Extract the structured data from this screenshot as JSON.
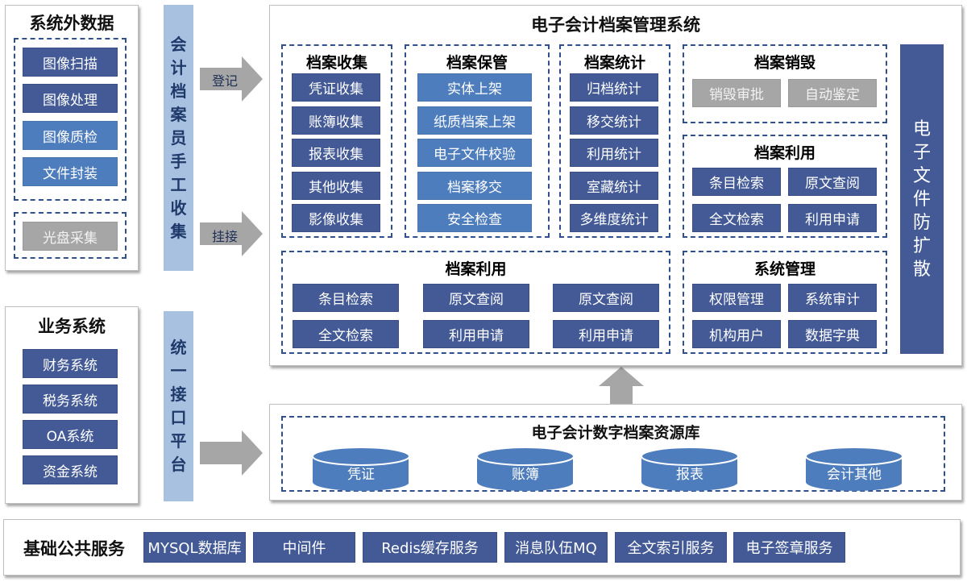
{
  "external_data": {
    "title": "系统外数据",
    "items": [
      "图像扫描",
      "图像处理",
      "图像质检",
      "文件封装"
    ],
    "optical": "光盘采集"
  },
  "business": {
    "title": "业务系统",
    "items": [
      "财务系统",
      "税务系统",
      "OA系统",
      "资金系统"
    ]
  },
  "manual_bar": {
    "chars": [
      "会",
      "计",
      "档",
      "案",
      "员",
      "手",
      "工",
      "收",
      "集"
    ]
  },
  "interface_bar": {
    "chars": [
      "统",
      "一",
      "接",
      "口",
      "平",
      "台"
    ]
  },
  "arrows": {
    "register": "登记",
    "attach": "挂接"
  },
  "main_system": {
    "title": "电子会计档案管理系统",
    "collect": {
      "title": "档案收集",
      "items": [
        "凭证收集",
        "账簿收集",
        "报表收集",
        "其他收集",
        "影像收集"
      ]
    },
    "custody": {
      "title": "档案保管",
      "items": [
        "实体上架",
        "纸质档案上架",
        "电子文件校验",
        "档案移交",
        "安全检查"
      ]
    },
    "stats": {
      "title": "档案统计",
      "items": [
        "归档统计",
        "移交统计",
        "利用统计",
        "室藏统计",
        "多维度统计"
      ]
    },
    "destroy": {
      "title": "档案销毁",
      "items": [
        "销毁审批",
        "自动鉴定"
      ]
    },
    "use_right": {
      "title": "档案利用",
      "items": [
        "条目检索",
        "原文查阅",
        "全文检索",
        "利用申请"
      ]
    },
    "use_bottom": {
      "title": "档案利用",
      "items": [
        "条目检索",
        "原文查阅",
        "原文查阅",
        "全文检索",
        "利用申请",
        "利用申请"
      ]
    },
    "sysmgmt": {
      "title": "系统管理",
      "items": [
        "权限管理",
        "系统审计",
        "机构用户",
        "数据字典"
      ]
    },
    "anti_spread": {
      "chars": [
        "电",
        "子",
        "文",
        "件",
        "防",
        "扩",
        "散"
      ]
    }
  },
  "repository": {
    "title": "电子会计数字档案资源库",
    "items": [
      "凭证",
      "账簿",
      "报表",
      "会计其他"
    ]
  },
  "infrastructure": {
    "title": "基础公共服务",
    "items": [
      "MYSQL数据库",
      "中间件",
      "Redis缓存服务",
      "消息队伍MQ",
      "全文索引服务",
      "电子签章服务"
    ]
  },
  "colors": {
    "dark_blue": "#435a96",
    "mid_blue": "#4e7dbd",
    "light_blue": "#a9c1e0",
    "gray": "#a6a6a6",
    "dash": "#2f4f8f"
  }
}
